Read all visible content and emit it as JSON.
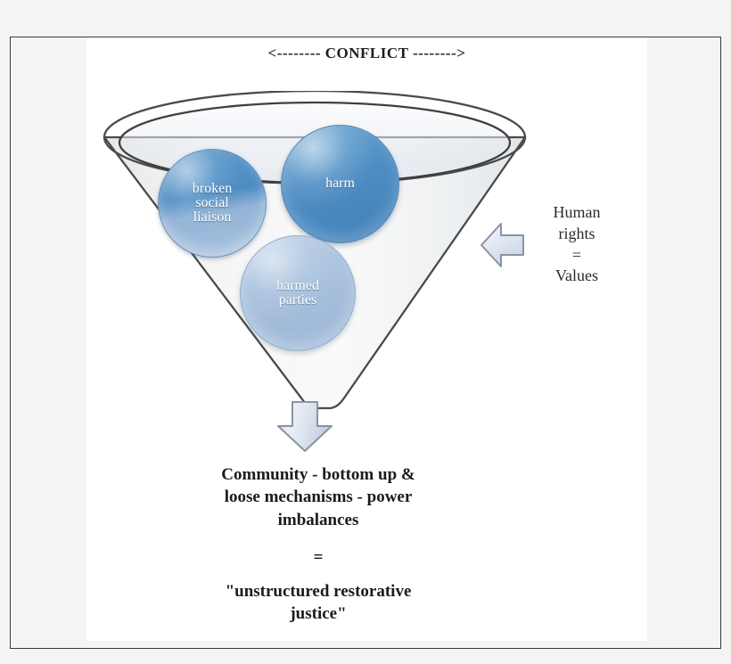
{
  "figure": {
    "header": "<-------- CONFLICT -------->",
    "colors": {
      "frame_border": "#3c3c3c",
      "canvas_background": "#ffffff",
      "page_background": "#f4f4f4",
      "funnel_outline": "#4a4a4a",
      "funnel_fill": "#f0f0f0",
      "rim_fill": "#e9edf3",
      "bubble_dark_blue": "#4d8cc2",
      "bubble_light_blue": "#a7c0dd",
      "arrow_fill": "#dbe4ef",
      "arrow_outline": "#8b93a0",
      "text_dark": "#1b1b1b"
    }
  },
  "funnel": {
    "name": "conflict-funnel",
    "bubbles": [
      {
        "id": "broken-social-liaison",
        "label": "broken\nsocial\nliaison",
        "color": "#4d8cc2"
      },
      {
        "id": "harm",
        "label": "harm",
        "color": "#4382ba"
      },
      {
        "id": "harmed-parties",
        "label": "harmed\nparties",
        "color": "#a7c0dd"
      }
    ]
  },
  "side_annotation": {
    "arrow_icon": "left-arrow-icon",
    "lines": [
      "Human",
      "rights",
      "=",
      "Values"
    ],
    "line1": "Human",
    "line2": "rights",
    "line3": "=",
    "line4": "Values"
  },
  "flow_arrow": {
    "icon": "down-arrow-icon"
  },
  "bottom_caption": {
    "main": "Community - bottom up &\nloose mechanisms - power\nimbalances",
    "equals": "=",
    "conclusion": "\"unstructured restorative\njustice\""
  }
}
